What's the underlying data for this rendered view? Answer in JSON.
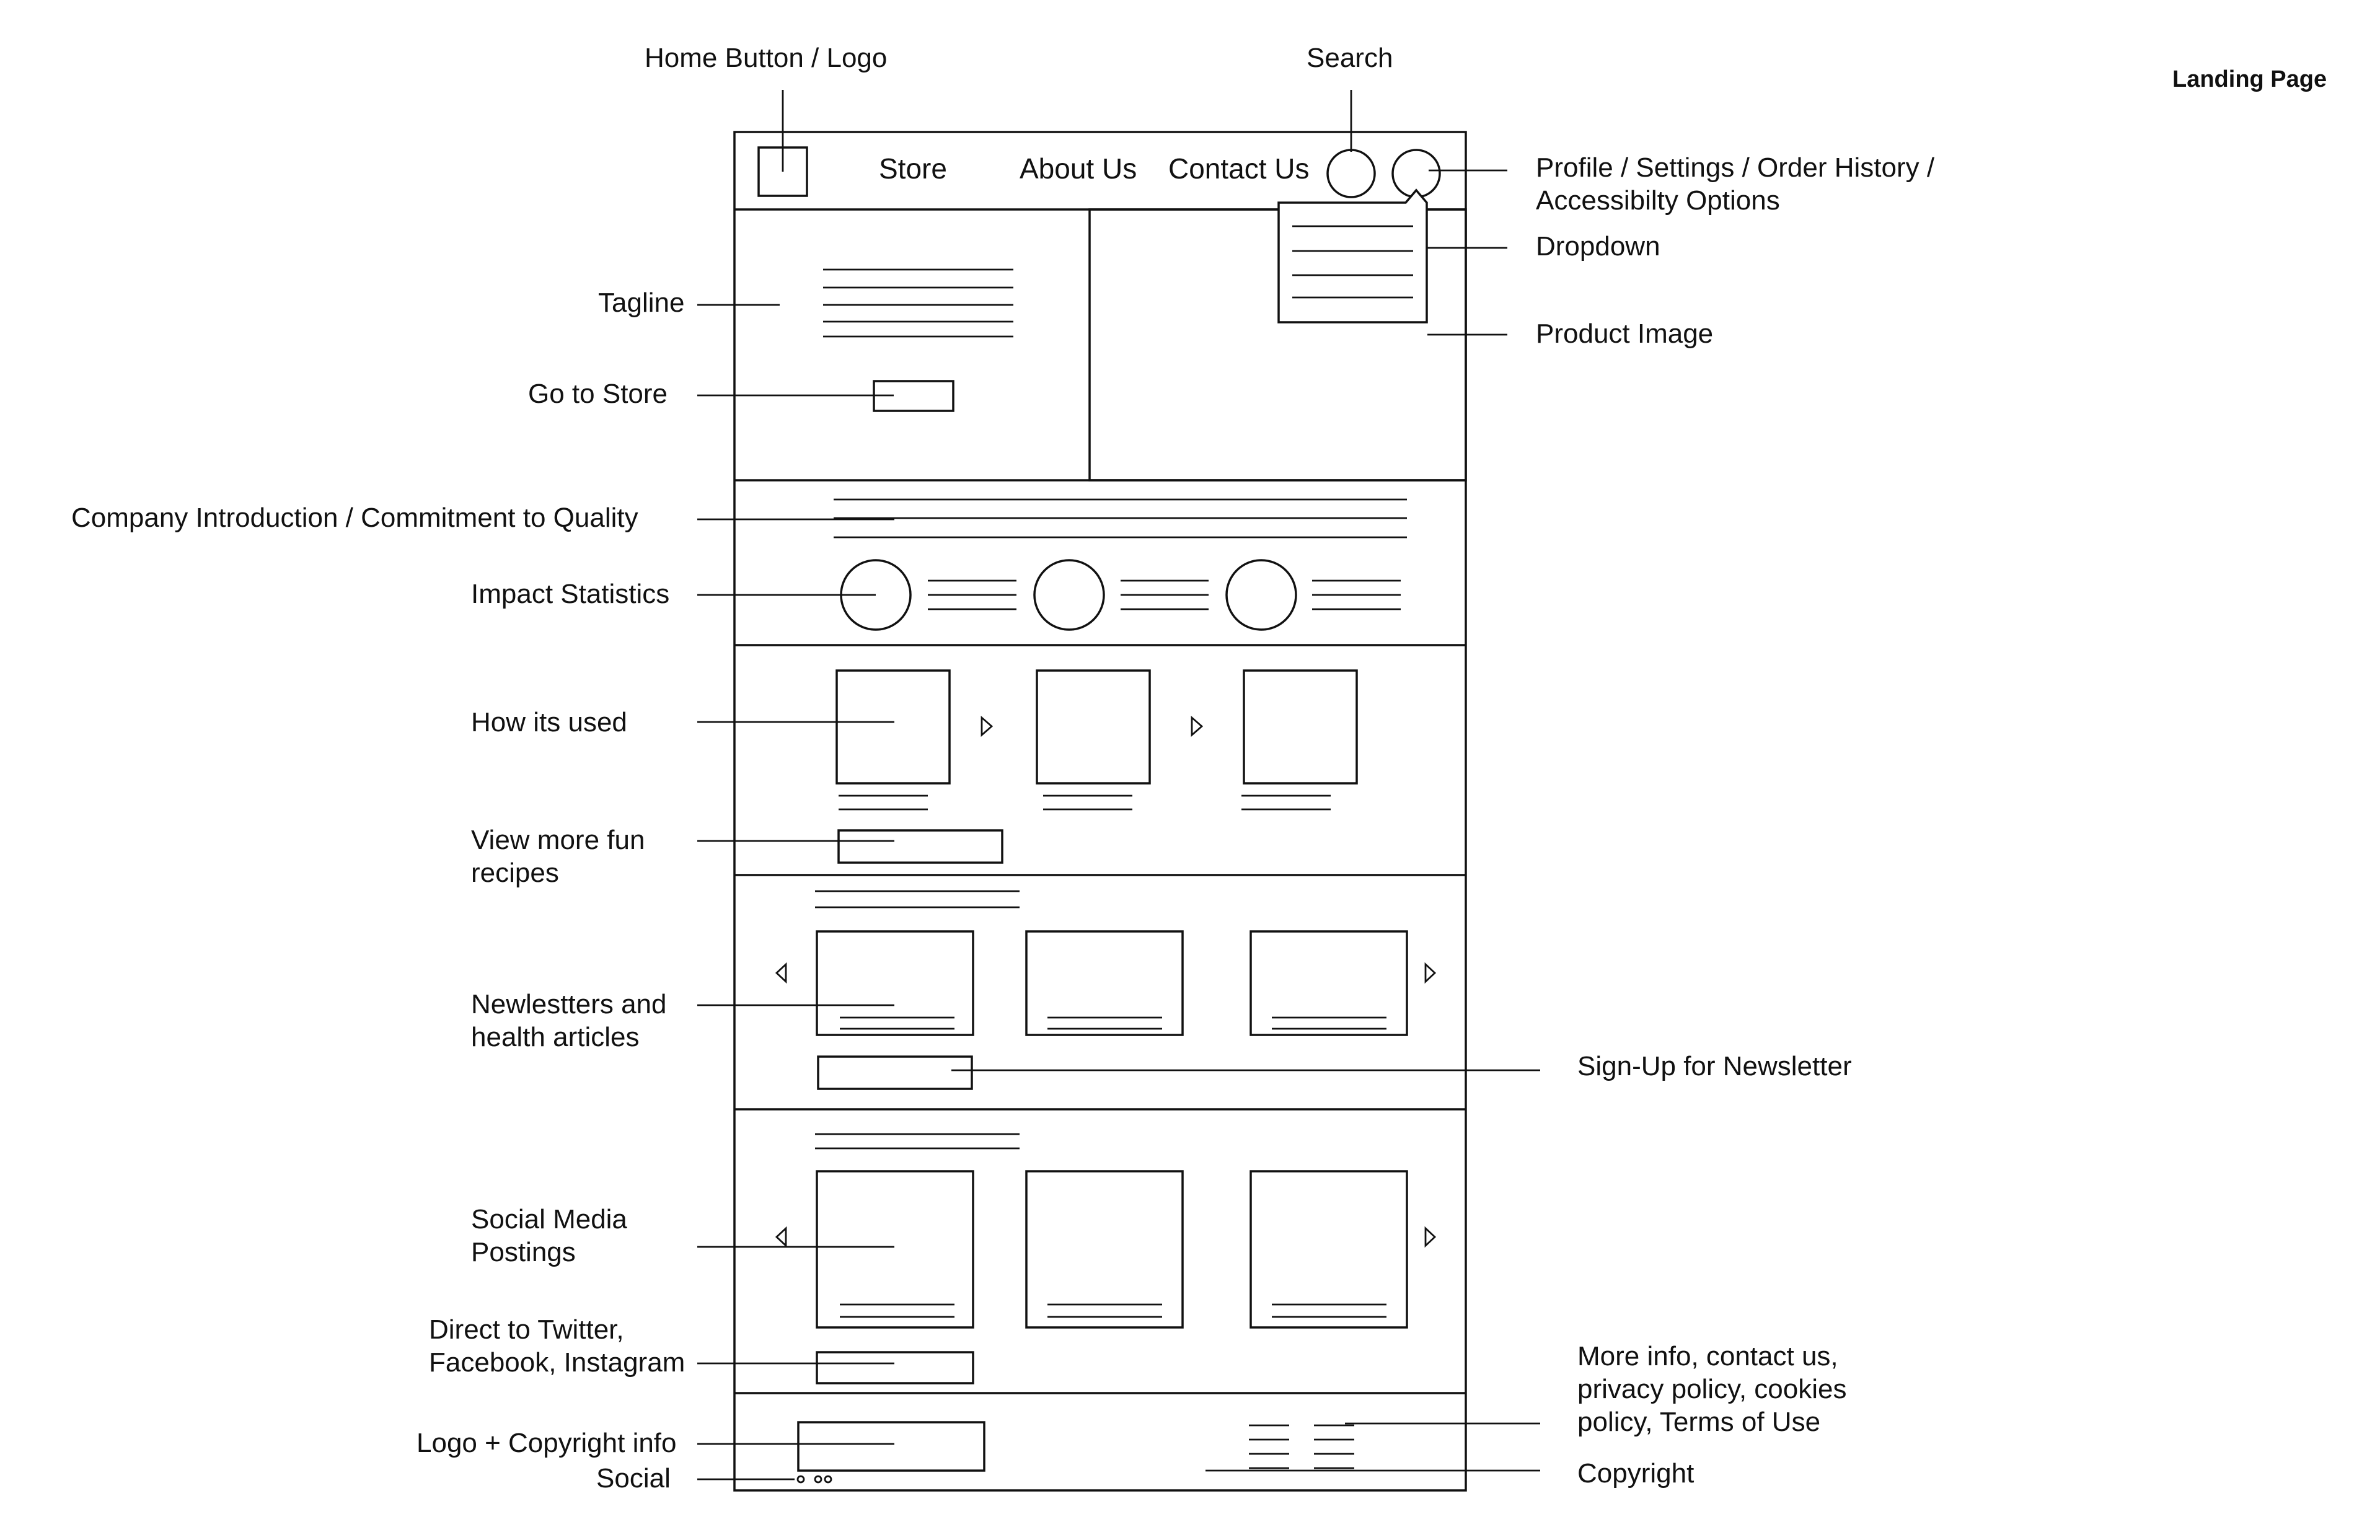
{
  "title": "Landing Page",
  "top_labels": {
    "home": "Home Button / Logo",
    "search": "Search"
  },
  "nav": {
    "store": "Store",
    "about": "About Us",
    "contact": "Contact Us"
  },
  "labels_left": {
    "tagline": "Tagline",
    "go_store": "Go to Store",
    "company_intro": "Company Introduction / Commitment to Quality",
    "impact": "Impact Statistics",
    "how_used": "How its used",
    "view_more": [
      "View more fun",
      "recipes"
    ],
    "newsletters": [
      "Newlestters and",
      "health articles"
    ],
    "social_media": [
      "Social Media",
      "Postings"
    ],
    "direct": [
      "Direct to Twitter,",
      "Facebook, Instagram"
    ],
    "logo_copyright": "Logo + Copyright info",
    "social": "Social"
  },
  "labels_right": {
    "profile": [
      "Profile / Settings / Order History /",
      "Accessibilty Options"
    ],
    "dropdown": "Dropdown",
    "product_image": "Product Image",
    "signup": "Sign-Up for Newsletter",
    "more_info": [
      "More info, contact us,",
      "privacy policy, cookies",
      "policy, Terms of Use"
    ],
    "copyright": "Copyright"
  }
}
